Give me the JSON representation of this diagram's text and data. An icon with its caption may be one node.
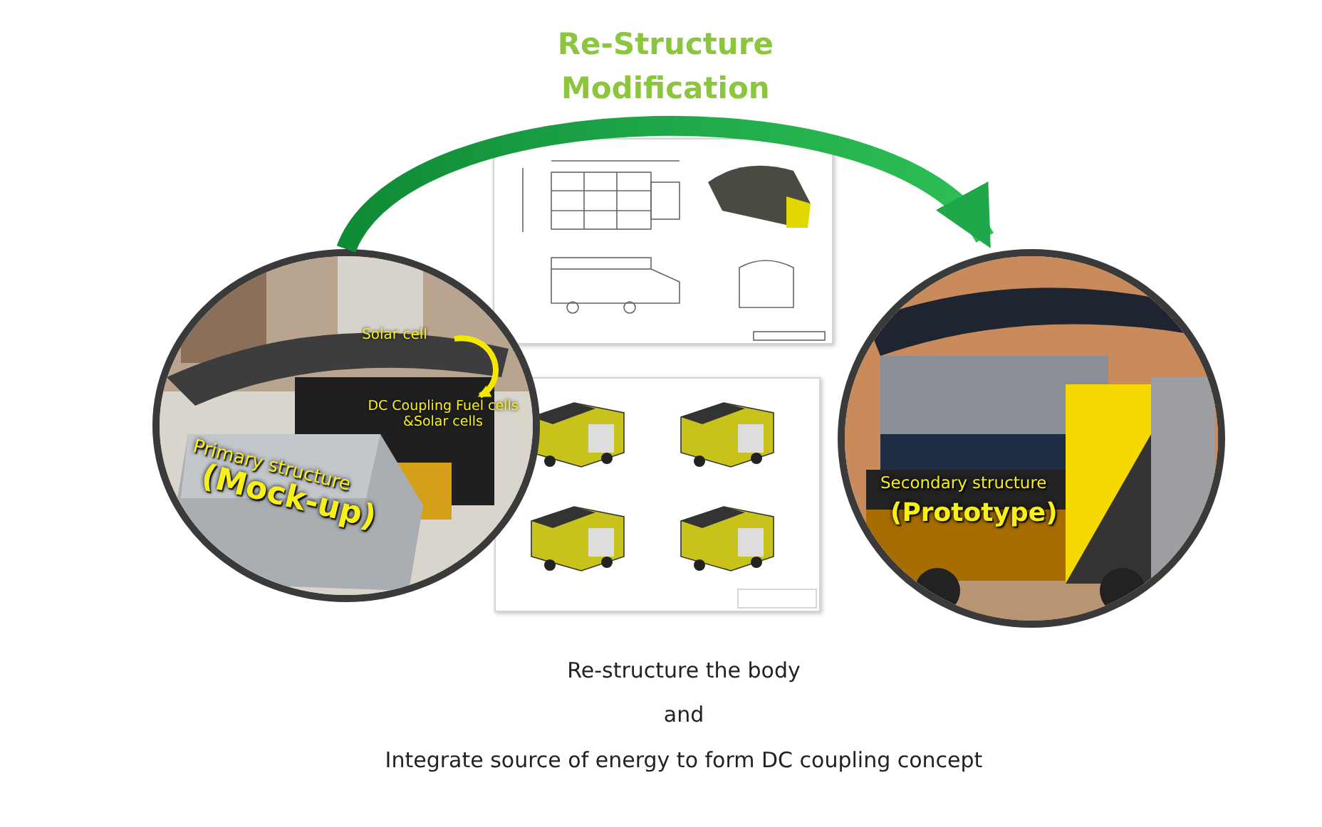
{
  "diagram": {
    "nodes": [
      {
        "text": [
          "Primary structure",
          "(Mock-up)"
        ]
      },
      {
        "text": [
          "Solar cell"
        ],
        "in": 0
      },
      {
        "text": [
          "DC Coupling Fuel cells &Solar cells"
        ],
        "in": 0
      },
      {
        "text": [
          "Secondary structure",
          "(Prototype)"
        ]
      }
    ],
    "edges": [
      {
        "from": 0,
        "to": 3,
        "arrow": "to",
        "label": "Re-Structure Modification",
        "style": "thick"
      },
      {
        "from": 1,
        "to": 2,
        "arrow": "to",
        "color": "#f5e800"
      }
    ],
    "labels": [
      "Re-structure the body",
      "and",
      "Integrate source of energy to form DC coupling concept"
    ]
  }
}
